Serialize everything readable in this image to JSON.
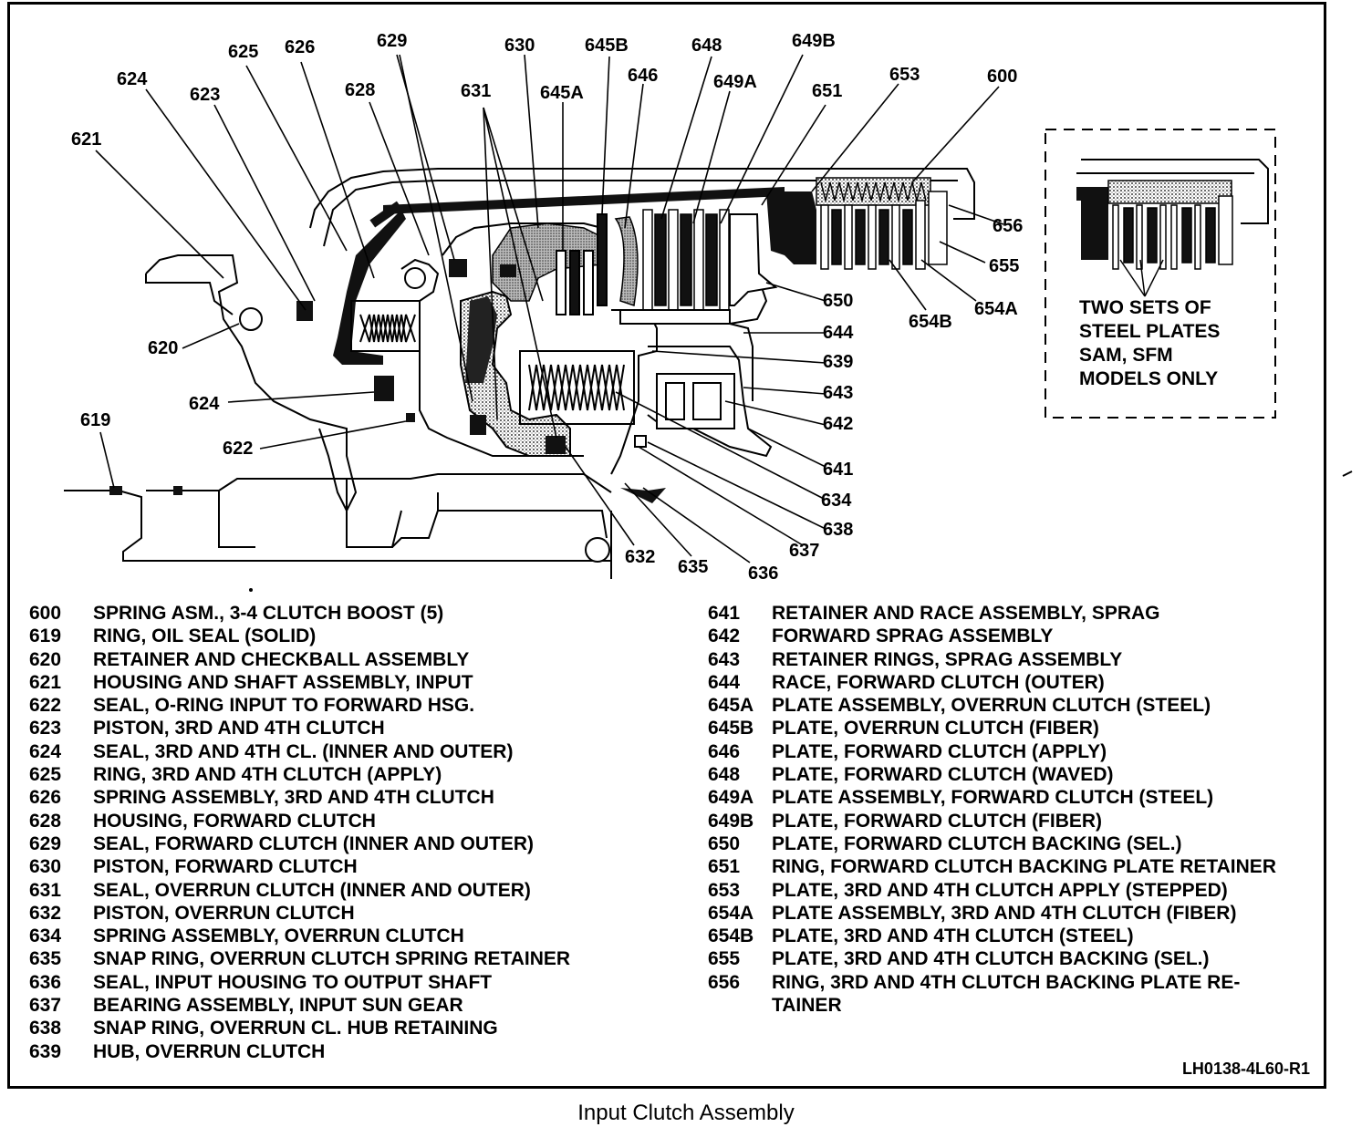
{
  "caption": "Input Clutch Assembly",
  "figure_code": "LH0138-4L60-R1",
  "inset_note": [
    "TWO SETS OF",
    "STEEL PLATES",
    "SAM, SFM",
    "MODELS ONLY"
  ],
  "callouts": {
    "c600": "600",
    "c619": "619",
    "c620": "620",
    "c621": "621",
    "c622": "622",
    "c623": "623",
    "c624a": "624",
    "c624b": "624",
    "c625": "625",
    "c626": "626",
    "c628": "628",
    "c629": "629",
    "c630": "630",
    "c631": "631",
    "c632": "632",
    "c634": "634",
    "c635": "635",
    "c636": "636",
    "c637": "637",
    "c638": "638",
    "c639": "639",
    "c641": "641",
    "c642": "642",
    "c643": "643",
    "c644": "644",
    "c645A": "645A",
    "c645B": "645B",
    "c646": "646",
    "c648": "648",
    "c649A": "649A",
    "c649B": "649B",
    "c650": "650",
    "c651": "651",
    "c653": "653",
    "c654A": "654A",
    "c654B": "654B",
    "c655": "655",
    "c656": "656"
  },
  "legend_left": [
    {
      "num": "600",
      "text": "SPRING ASM., 3-4 CLUTCH BOOST (5)"
    },
    {
      "num": "619",
      "text": "RING, OIL SEAL (SOLID)"
    },
    {
      "num": "620",
      "text": "RETAINER AND CHECKBALL ASSEMBLY"
    },
    {
      "num": "621",
      "text": "HOUSING AND SHAFT ASSEMBLY, INPUT"
    },
    {
      "num": "622",
      "text": "SEAL, O-RING INPUT TO FORWARD HSG."
    },
    {
      "num": "623",
      "text": "PISTON, 3RD AND 4TH CLUTCH"
    },
    {
      "num": "624",
      "text": "SEAL, 3RD AND 4TH CL. (INNER AND OUTER)"
    },
    {
      "num": "625",
      "text": "RING, 3RD AND 4TH CLUTCH (APPLY)"
    },
    {
      "num": "626",
      "text": "SPRING ASSEMBLY, 3RD AND 4TH CLUTCH"
    },
    {
      "num": "628",
      "text": "HOUSING, FORWARD CLUTCH"
    },
    {
      "num": "629",
      "text": "SEAL, FORWARD CLUTCH (INNER AND OUTER)"
    },
    {
      "num": "630",
      "text": "PISTON, FORWARD CLUTCH"
    },
    {
      "num": "631",
      "text": "SEAL, OVERRUN CLUTCH (INNER AND OUTER)"
    },
    {
      "num": "632",
      "text": "PISTON, OVERRUN CLUTCH"
    },
    {
      "num": "634",
      "text": "SPRING ASSEMBLY, OVERRUN CLUTCH"
    },
    {
      "num": "635",
      "text": "SNAP RING, OVERRUN CLUTCH SPRING RETAINER"
    },
    {
      "num": "636",
      "text": "SEAL, INPUT HOUSING TO OUTPUT SHAFT"
    },
    {
      "num": "637",
      "text": "BEARING ASSEMBLY, INPUT SUN GEAR"
    },
    {
      "num": "638",
      "text": "SNAP RING, OVERRUN CL. HUB RETAINING"
    },
    {
      "num": "639",
      "text": "HUB, OVERRUN CLUTCH"
    }
  ],
  "legend_right": [
    {
      "num": "641",
      "text": "RETAINER AND RACE ASSEMBLY, SPRAG"
    },
    {
      "num": "642",
      "text": "FORWARD SPRAG ASSEMBLY"
    },
    {
      "num": "643",
      "text": "RETAINER RINGS, SPRAG ASSEMBLY"
    },
    {
      "num": "644",
      "text": "RACE, FORWARD CLUTCH (OUTER)"
    },
    {
      "num": "645A",
      "text": "PLATE ASSEMBLY, OVERRUN CLUTCH (STEEL)"
    },
    {
      "num": "645B",
      "text": "PLATE, OVERRUN CLUTCH (FIBER)"
    },
    {
      "num": "646",
      "text": "PLATE, FORWARD CLUTCH (APPLY)"
    },
    {
      "num": "648",
      "text": "PLATE, FORWARD CLUTCH (WAVED)"
    },
    {
      "num": "649A",
      "text": "PLATE ASSEMBLY, FORWARD CLUTCH (STEEL)"
    },
    {
      "num": "649B",
      "text": "PLATE, FORWARD CLUTCH (FIBER)"
    },
    {
      "num": "650",
      "text": "PLATE, FORWARD CLUTCH BACKING (SEL.)"
    },
    {
      "num": "651",
      "text": "RING, FORWARD CLUTCH BACKING PLATE RETAINER"
    },
    {
      "num": "653",
      "text": "PLATE, 3RD AND 4TH CLUTCH APPLY (STEPPED)"
    },
    {
      "num": "654A",
      "text": "PLATE ASSEMBLY, 3RD AND 4TH CLUTCH (FIBER)"
    },
    {
      "num": "654B",
      "text": "PLATE, 3RD AND 4TH CLUTCH (STEEL)"
    },
    {
      "num": "655",
      "text": "PLATE, 3RD AND 4TH CLUTCH BACKING (SEL.)"
    },
    {
      "num": "656",
      "text": "RING, 3RD AND 4TH CLUTCH BACKING PLATE RE-",
      "cont": "TAINER"
    }
  ]
}
